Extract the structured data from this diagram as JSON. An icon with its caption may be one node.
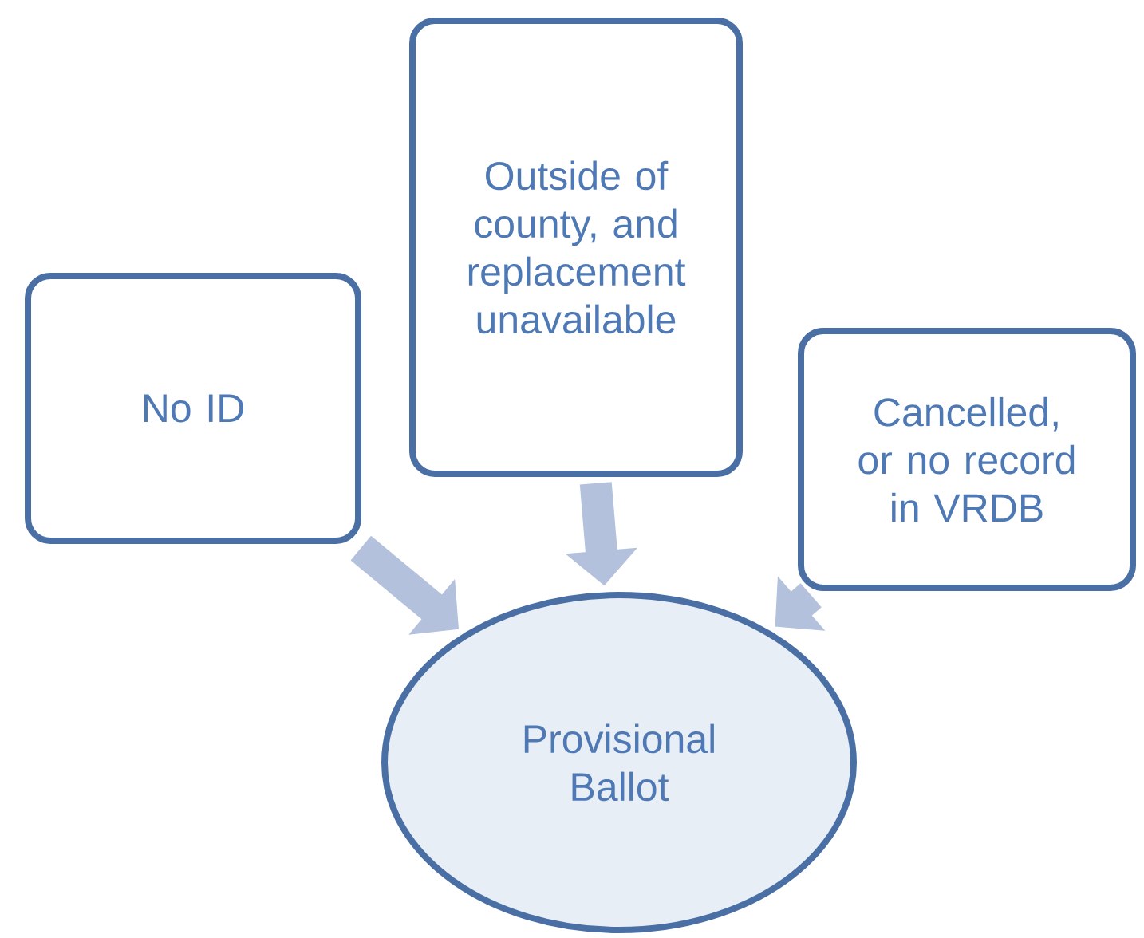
{
  "diagram": {
    "nodes": [
      {
        "text": [
          "No ID"
        ]
      },
      {
        "text": [
          "Outside of county, and replacement unavailable"
        ]
      },
      {
        "text": [
          "Cancelled, or no record in VRDB"
        ]
      },
      {
        "text": [
          "Provisional Ballot"
        ]
      }
    ],
    "edges": [
      {
        "from": 0,
        "to": 3,
        "arrow": "to"
      },
      {
        "from": 1,
        "to": 3,
        "arrow": "to"
      },
      {
        "from": 2,
        "to": 3,
        "arrow": "to"
      }
    ]
  }
}
